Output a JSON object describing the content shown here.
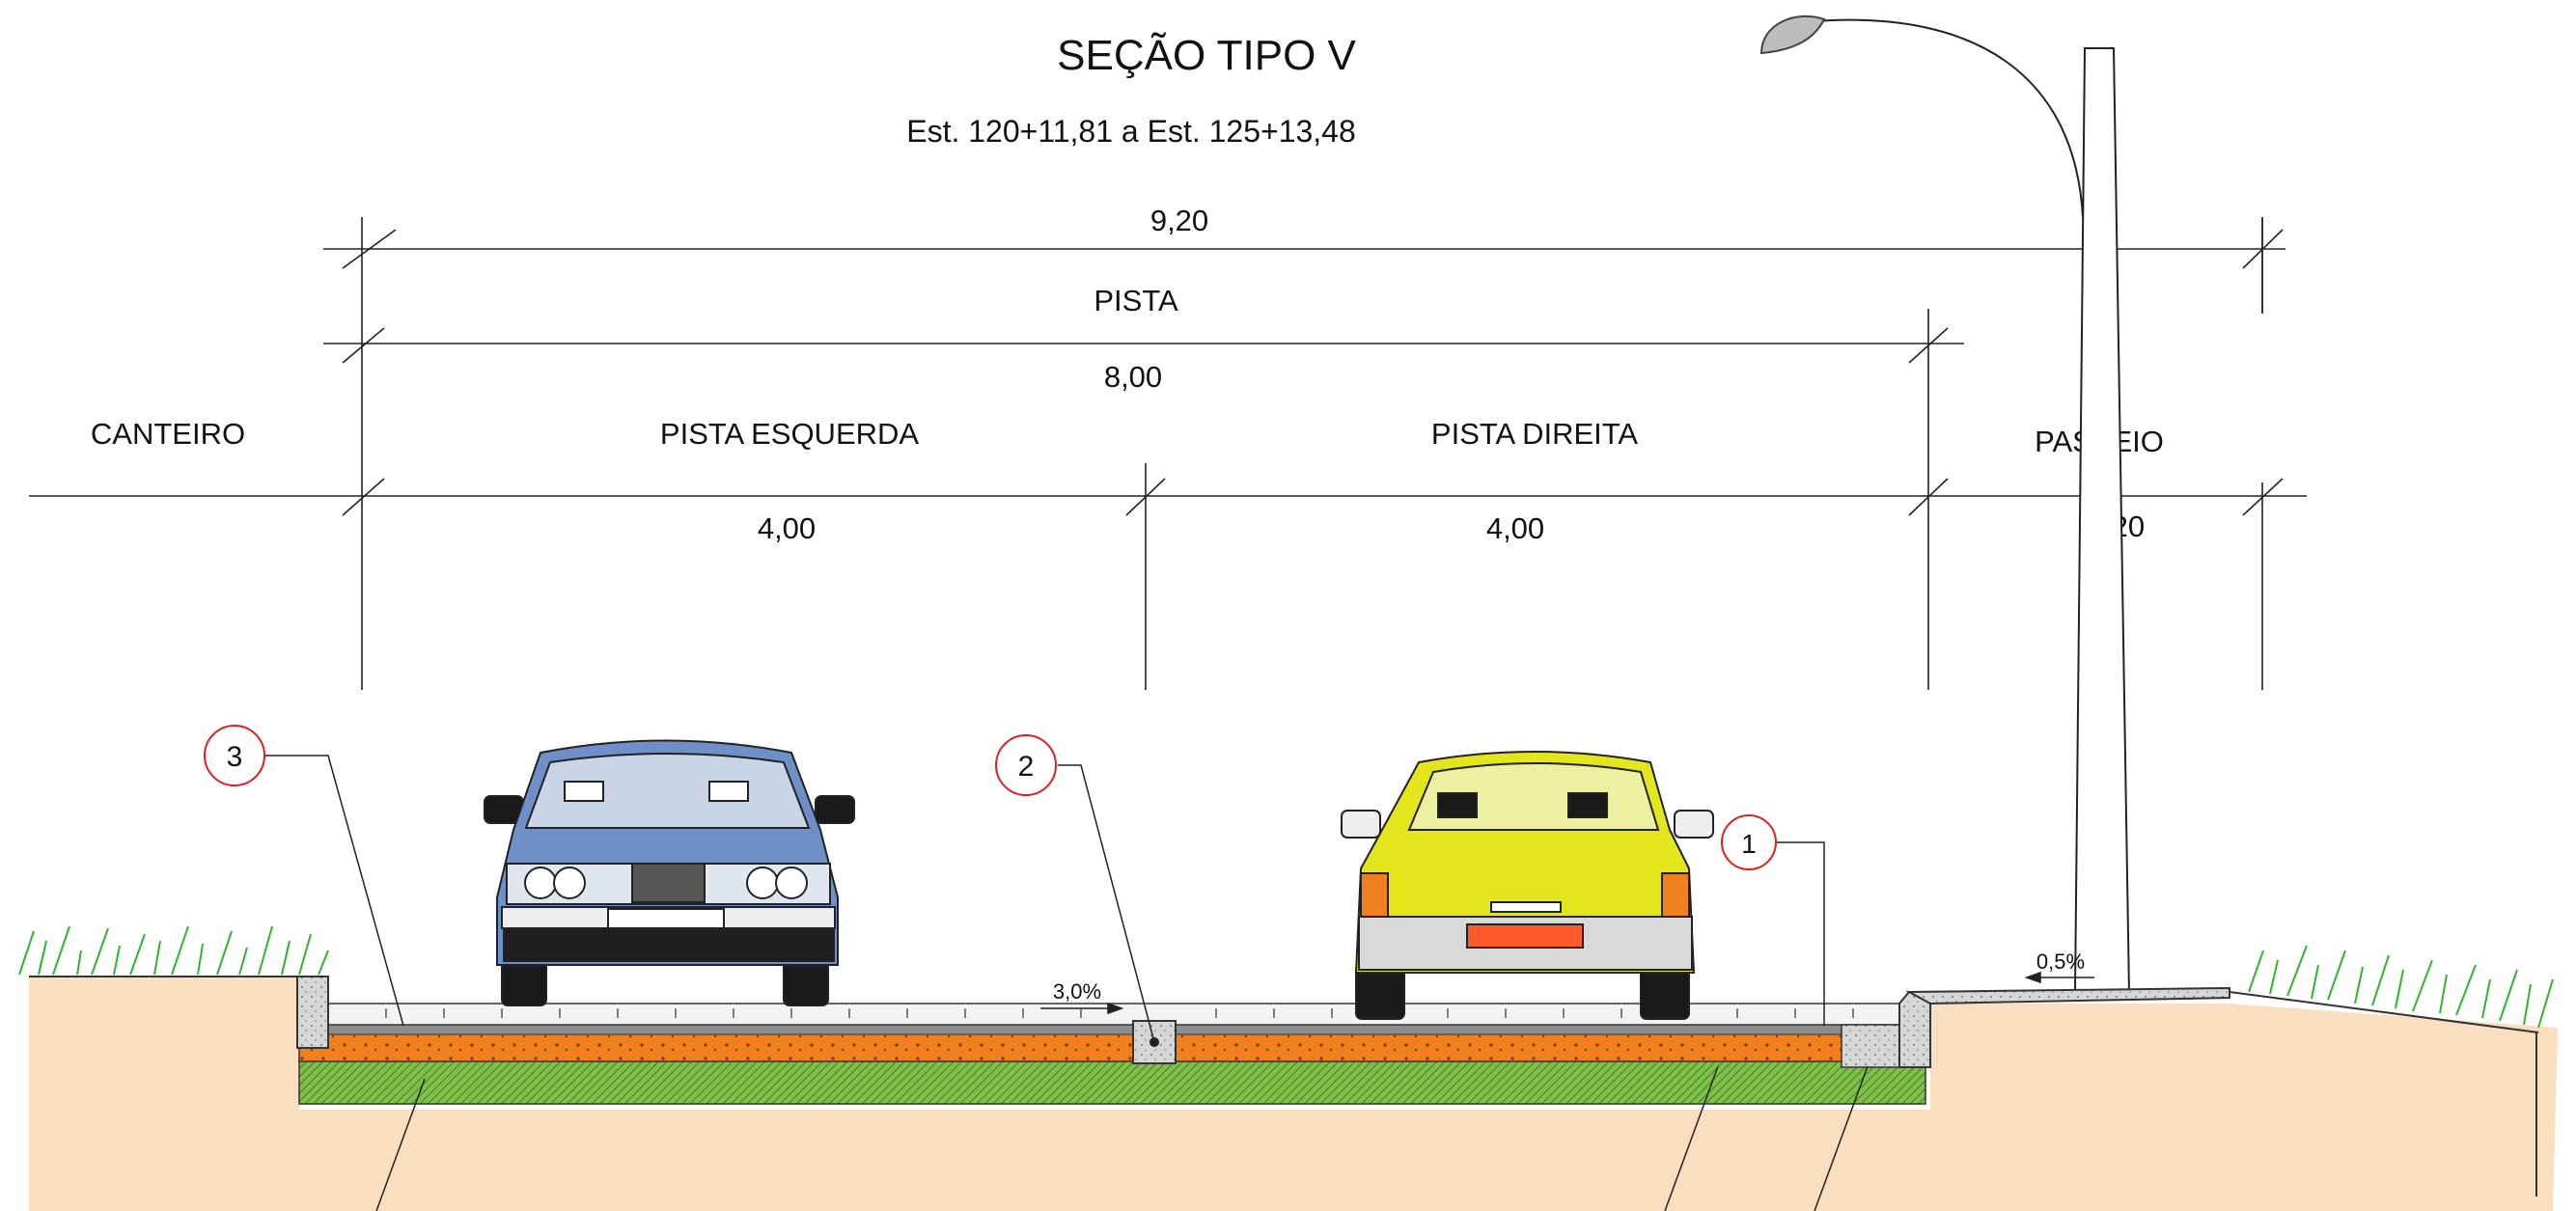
{
  "title": "SEÇÃO TIPO V",
  "subtitle": "Est. 120+11,81 a Est. 125+13,48",
  "dimensions": {
    "total": "9,20",
    "pista_label": "PISTA",
    "pista": "8,00",
    "pista_esquerda": "4,00",
    "pista_direita": "4,00",
    "passeio": "1,20"
  },
  "zones": {
    "canteiro": "CANTEIRO",
    "pista_esquerda": "PISTA ESQUERDA",
    "pista_direita": "PISTA DIREITA",
    "passeio": "PASSEIO"
  },
  "slopes": {
    "pista": "3,0%",
    "passeio": "0,5%"
  },
  "callouts": [
    "1",
    "2",
    "3"
  ],
  "colors": {
    "soil": "#f9dfbf",
    "base_orange": "#f07f1e",
    "subgrade_green": "#6fae3c",
    "grass": "#4cc24a",
    "asphalt": "#8e8e8e",
    "callout_red": "#e02020",
    "car_left": "#6f8fc8",
    "car_right": "#e3e61c"
  },
  "icons": [
    "street-lamp-icon",
    "grass-icon",
    "car-front-icon",
    "car-rear-icon"
  ]
}
